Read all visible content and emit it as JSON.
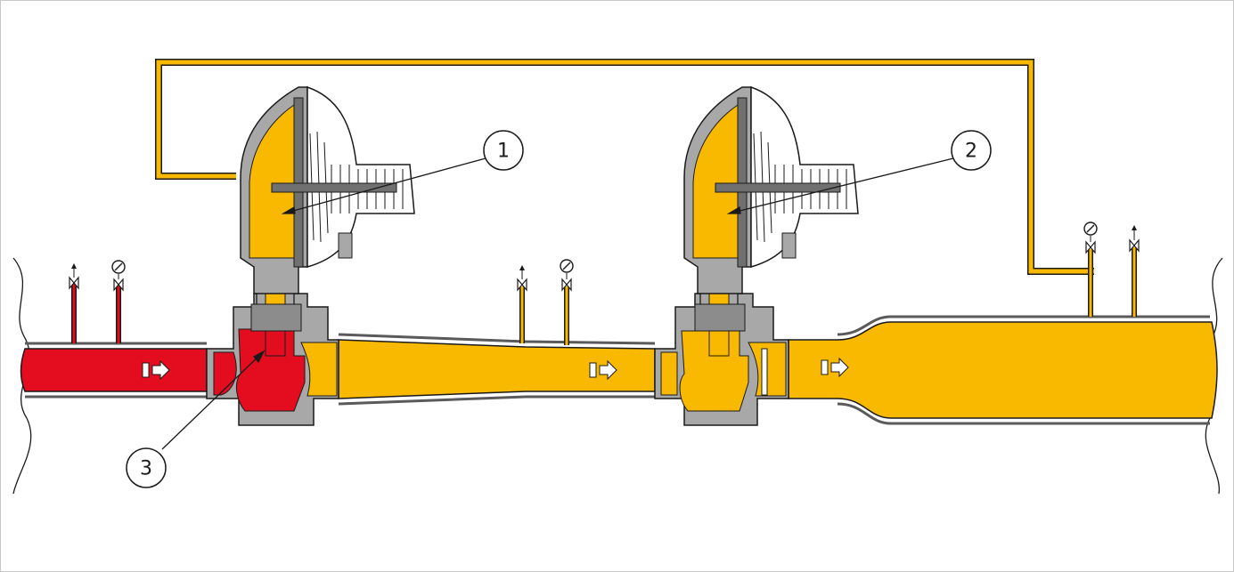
{
  "diagram": {
    "colors": {
      "inlet_gas": "#e30d1f",
      "outlet_gas": "#f9b900",
      "metal": "#a8a8a8",
      "metal_dark": "#707070",
      "outline": "#1a1a1a",
      "pipe_wall": "#5a5a5a"
    },
    "callouts": [
      {
        "id": "callout-1",
        "label": "1"
      },
      {
        "id": "callout-2",
        "label": "2"
      },
      {
        "id": "callout-3",
        "label": "3"
      }
    ],
    "flow_arrows": [
      {
        "id": "flow-inlet",
        "stream": "inlet_gas"
      },
      {
        "id": "flow-intermediate",
        "stream": "outlet_gas"
      },
      {
        "id": "flow-outlet",
        "stream": "outlet_gas"
      }
    ],
    "instruments": [
      {
        "id": "vent-valve-inlet",
        "icon": "vent-valve-icon"
      },
      {
        "id": "pressure-gauge-inlet",
        "icon": "pressure-gauge-icon"
      },
      {
        "id": "vent-valve-mid",
        "icon": "vent-valve-icon"
      },
      {
        "id": "pressure-gauge-mid",
        "icon": "pressure-gauge-icon"
      },
      {
        "id": "pressure-gauge-outlet",
        "icon": "pressure-gauge-icon"
      },
      {
        "id": "vent-valve-outlet",
        "icon": "vent-valve-icon"
      }
    ],
    "components": [
      {
        "id": "regulator-1",
        "icon": "pressure-regulator-icon"
      },
      {
        "id": "regulator-2",
        "icon": "pressure-regulator-icon"
      },
      {
        "id": "sensing-line",
        "icon": "impulse-line-icon"
      }
    ]
  }
}
